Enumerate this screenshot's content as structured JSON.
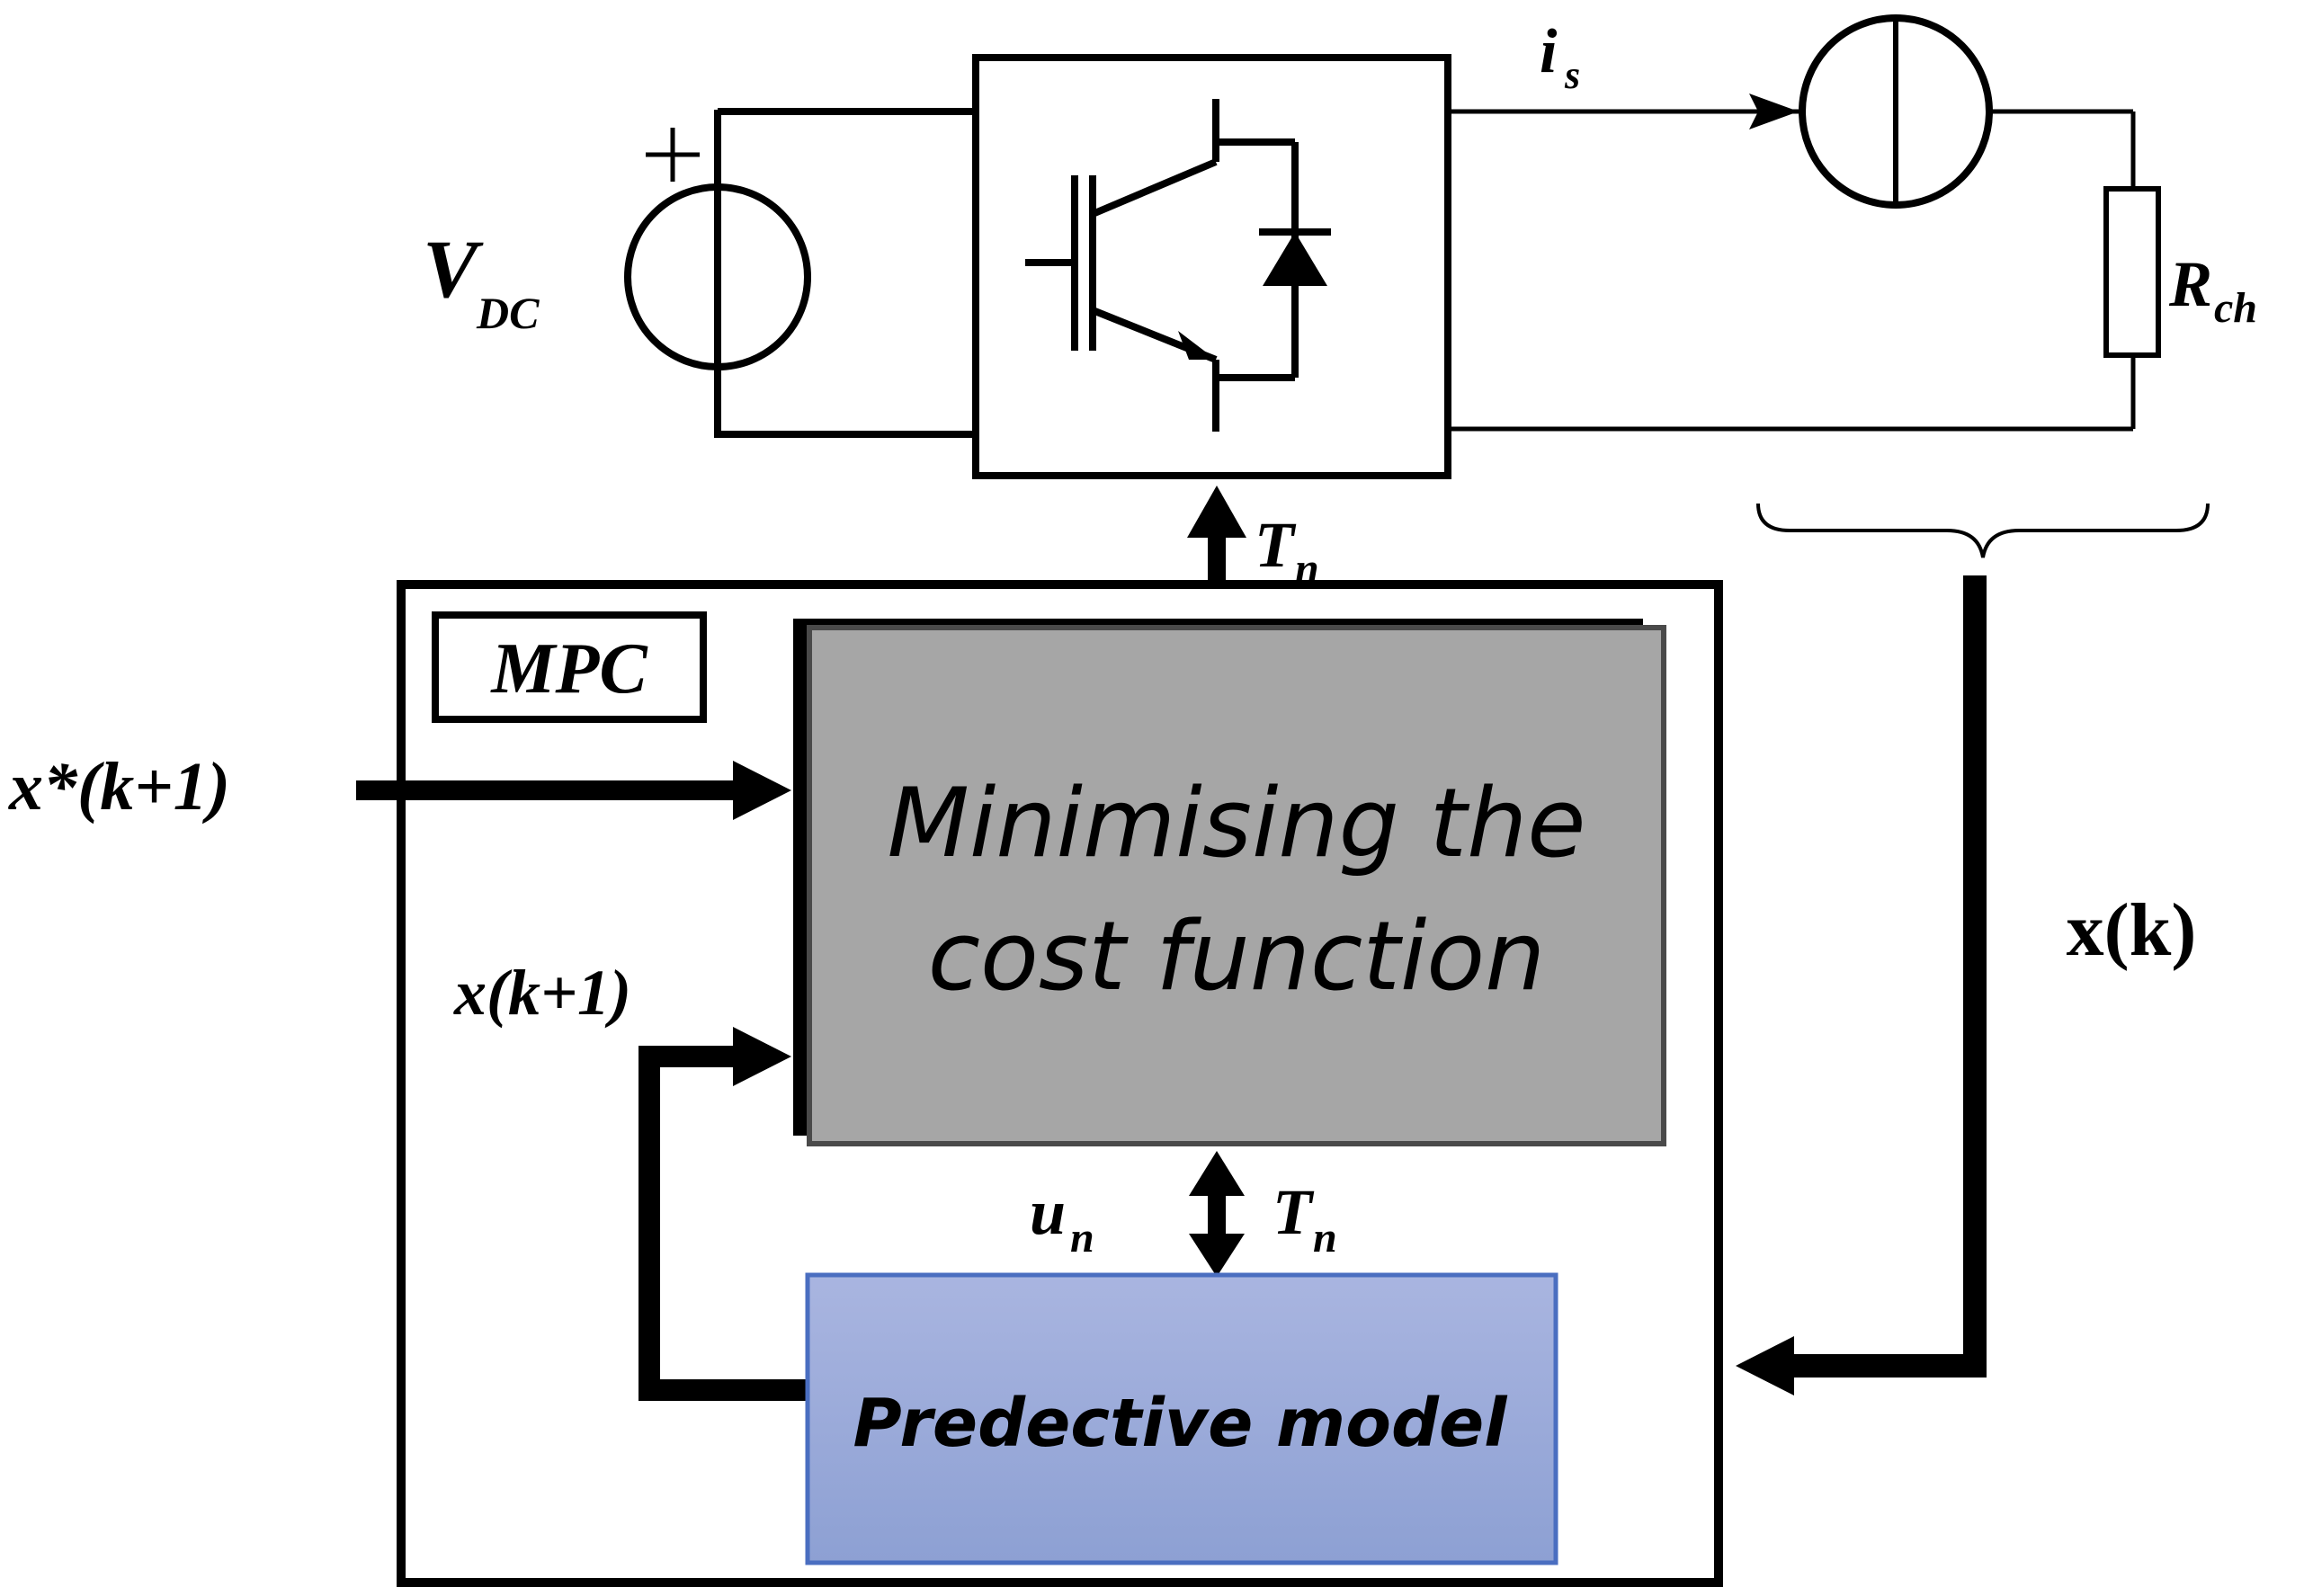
{
  "circuit": {
    "vdc_label": "V",
    "vdc_sub": "DC",
    "plus_sign": "+",
    "current_label": "i",
    "current_sub": "s",
    "resistor_label": "R",
    "resistor_sub": "ch"
  },
  "controller": {
    "mpc_label": "MPC",
    "cost_function_line1": "Minimising the",
    "cost_function_line2": "cost function",
    "predictive_model_label": "Predective model"
  },
  "signals": {
    "ref_input": "x*(k+1)",
    "predicted_state": "x(k+1)",
    "measured_state": "x(k)",
    "switch_top_label": "T",
    "switch_top_sub": "n",
    "un_label": "u",
    "un_sub": "n",
    "tn_mid_label": "T",
    "tn_mid_sub": "n"
  },
  "colors": {
    "cost_box_fill": "#a6a6a6",
    "predictive_box_top": "#a9b5e0",
    "predictive_box_bottom": "#8da0d3",
    "predictive_box_border": "#4a6ec0"
  }
}
